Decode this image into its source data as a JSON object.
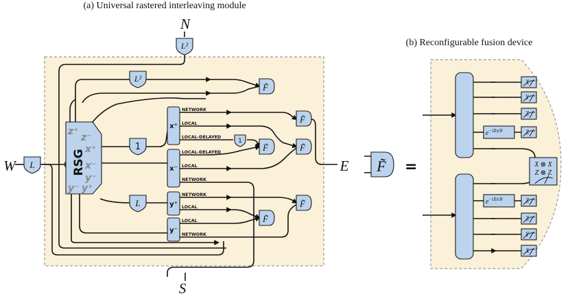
{
  "captions": {
    "a": "(a) Universal rastered interleaving module",
    "b": "(b) Reconfigurable fusion device"
  },
  "ports": {
    "north": "N",
    "south": "S",
    "east": "E",
    "west": "W"
  },
  "rsg": {
    "label": "RSG",
    "z_plus": "z⁺",
    "z_minus": "z⁻",
    "x_plus": "x⁺",
    "x_minus": "x⁻",
    "y_minus": "y⁻",
    "y_plus": "y⁺"
  },
  "delays": {
    "L": "L",
    "L_squared": "L²",
    "one": "1"
  },
  "switches": {
    "x_plus": "x⁺",
    "x_minus": "x⁻",
    "y_plus": "y⁺",
    "y_minus": "y⁻"
  },
  "wire_labels": {
    "network": "NETWORK",
    "local": "LOCAL",
    "local_delayed": "LOCAL-DELAYED"
  },
  "fusion_symbol": "F̃",
  "equals": "=",
  "device": {
    "measure_top": [
      "X",
      "Y",
      "Z",
      "Z"
    ],
    "measure_bottom": [
      "Z",
      "Z",
      "Y",
      "X"
    ],
    "phase": "e^{-iXπ/8}",
    "phase_text": "e",
    "phase_exp": "−iXπ/8",
    "bell_line1": "X ⊗ X",
    "bell_line2": "Z ⊗ Z"
  }
}
